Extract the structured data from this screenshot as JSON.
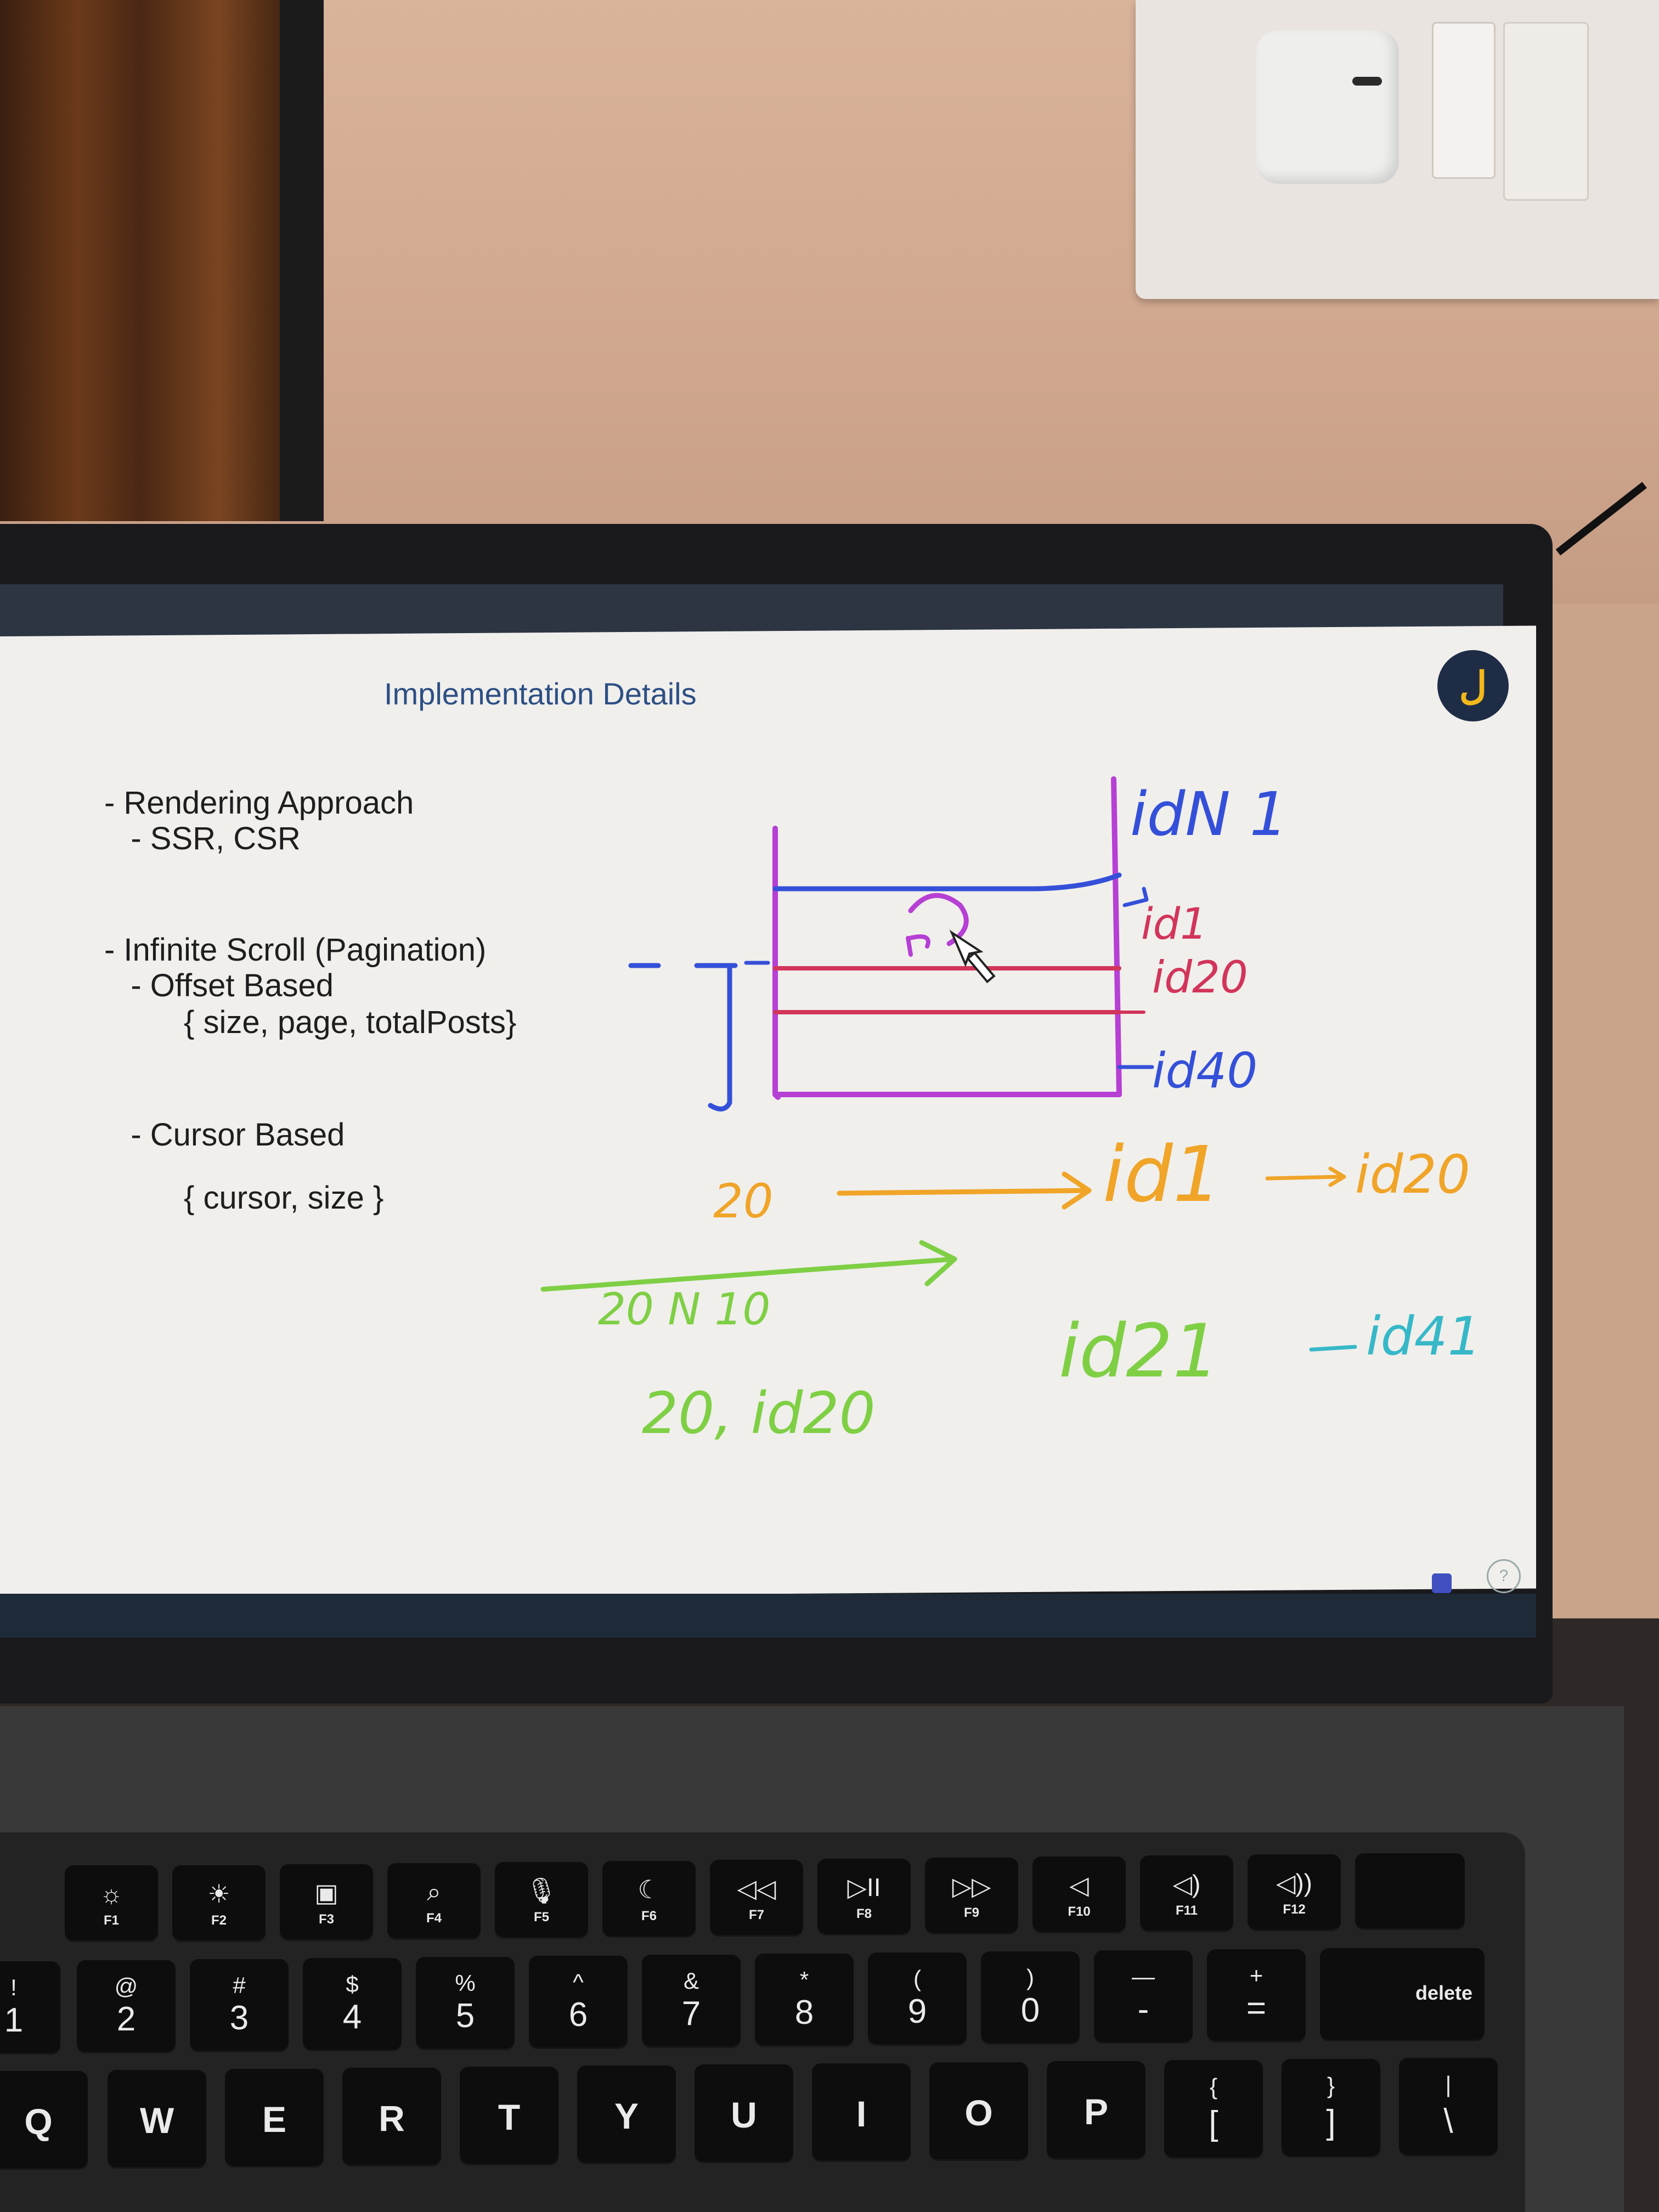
{
  "slide": {
    "title": "Implementation Details",
    "outline": [
      "- Rendering Approach",
      "   - SSR, CSR",
      "- Infinite Scroll (Pagination)",
      "   - Offset Based",
      "         { size, page, totalPosts}",
      "   - Cursor Based",
      "         { cursor, size }"
    ],
    "annotations": {
      "right_labels": [
        "idN 1",
        "id1",
        "id20",
        "id40"
      ],
      "orange_start": "20",
      "orange_target": "id1",
      "orange_next": "id20",
      "green_left": "20 N 10",
      "green_left_2": "20, id20",
      "teal_mid": "id21",
      "teal_right": "id41"
    }
  },
  "colors": {
    "slide_background": "#f0efec",
    "title": "#2d4f84",
    "ink_purple": "#b63fd4",
    "ink_blue": "#3450d9",
    "ink_red": "#d2355a",
    "ink_orange": "#f0a428",
    "ink_green": "#7fcf45",
    "ink_teal": "#36b8c8",
    "avatar_bg": "#1e2c46",
    "avatar_fg": "#f2b81a"
  },
  "keyboard": {
    "fn_row": [
      {
        "icon": "☼",
        "label": "F1"
      },
      {
        "icon": "☀",
        "label": "F2"
      },
      {
        "icon": "▣",
        "label": "F3"
      },
      {
        "icon": "⌕",
        "label": "F4"
      },
      {
        "icon": "🎙",
        "label": "F5"
      },
      {
        "icon": "☾",
        "label": "F6"
      },
      {
        "icon": "◁◁",
        "label": "F7"
      },
      {
        "icon": "▷II",
        "label": "F8"
      },
      {
        "icon": "▷▷",
        "label": "F9"
      },
      {
        "icon": "◁",
        "label": "F10"
      },
      {
        "icon": "◁)",
        "label": "F11"
      },
      {
        "icon": "◁))",
        "label": "F12"
      }
    ],
    "number_row": [
      {
        "top": "!",
        "bottom": "1"
      },
      {
        "top": "@",
        "bottom": "2"
      },
      {
        "top": "#",
        "bottom": "3"
      },
      {
        "top": "$",
        "bottom": "4"
      },
      {
        "top": "%",
        "bottom": "5"
      },
      {
        "top": "^",
        "bottom": "6"
      },
      {
        "top": "&",
        "bottom": "7"
      },
      {
        "top": "*",
        "bottom": "8"
      },
      {
        "top": "(",
        "bottom": "9"
      },
      {
        "top": ")",
        "bottom": "0"
      },
      {
        "top": "—",
        "bottom": "-"
      },
      {
        "top": "+",
        "bottom": "="
      }
    ],
    "delete_label": "delete",
    "letter_row": [
      "Q",
      "W",
      "E",
      "R",
      "T",
      "Y",
      "U",
      "I",
      "O",
      "P"
    ],
    "bracket_keys": [
      {
        "top": "{",
        "bottom": "["
      },
      {
        "top": "}",
        "bottom": "]"
      },
      {
        "top": "|",
        "bottom": "\\"
      }
    ]
  }
}
